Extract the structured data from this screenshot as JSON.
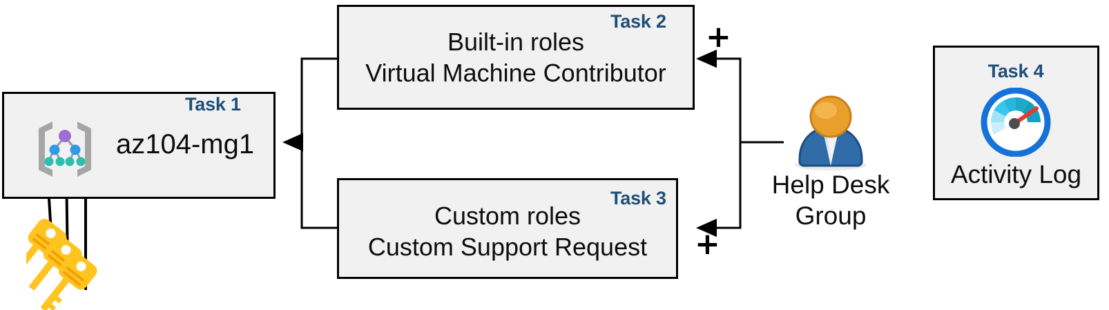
{
  "diagram": {
    "title": "Azure RBAC task diagram",
    "accent_color": "#1F4E79",
    "box_fill": "#F1F1F1",
    "box_border": "#000000"
  },
  "task1": {
    "label": "Task 1",
    "name": "az104-mg1",
    "icon": "management-group-icon",
    "key_icon": "keys-icon"
  },
  "task2": {
    "label": "Task 2",
    "line1": "Built-in roles",
    "line2": "Virtual Machine Contributor",
    "plus": "+"
  },
  "task3": {
    "label": "Task 3",
    "line1": "Custom roles",
    "line2": "Custom Support Request",
    "plus": "+"
  },
  "task4": {
    "label": "Task 4",
    "name": "Activity Log",
    "icon": "gauge-icon"
  },
  "actor": {
    "line1": "Help Desk",
    "line2": "Group",
    "icon": "user-group-icon"
  }
}
